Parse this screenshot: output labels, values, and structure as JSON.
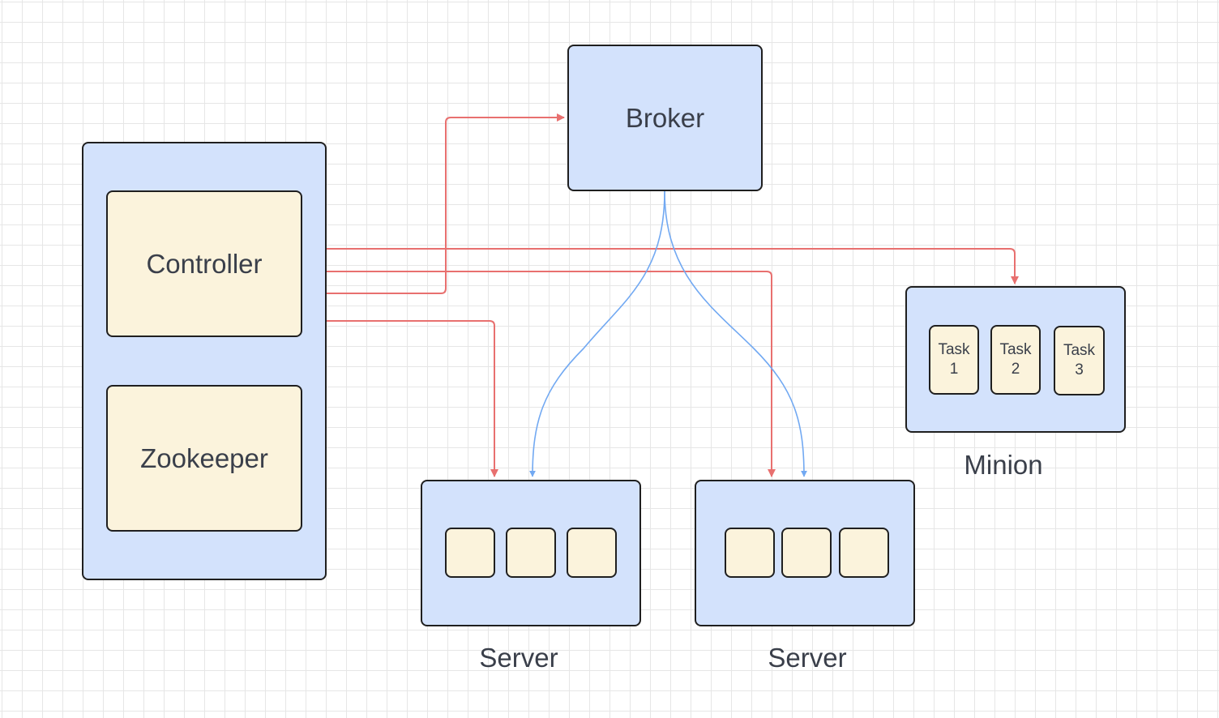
{
  "nodes": {
    "broker": "Broker",
    "controller": "Controller",
    "zookeeper": "Zookeeper",
    "minion": "Minion",
    "server_1": "Server",
    "server_2": "Server",
    "tasks": [
      {
        "line1": "Task",
        "line2": "1"
      },
      {
        "line1": "Task",
        "line2": "2"
      },
      {
        "line1": "Task",
        "line2": "3"
      }
    ]
  },
  "colors": {
    "node_fill_blue": "#d3e2fc",
    "node_fill_cream": "#fbf3dc",
    "border": "#1f1f1f",
    "controller_edge": "#e8706f",
    "broker_edge": "#72a9f2",
    "grid": "#e6e6e6"
  }
}
